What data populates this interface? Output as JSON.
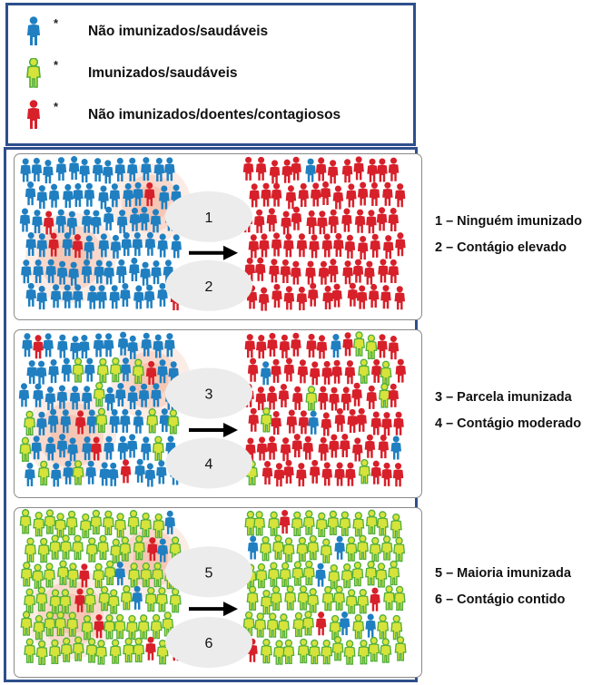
{
  "legend": {
    "marker": "*",
    "items": [
      {
        "label": "Não imunizados/saudáveis",
        "color": "#1f7fc1"
      },
      {
        "label": "Imunizados/saudáveis",
        "color": "#d6e33b"
      },
      {
        "label": "Não imunizados/doentes/contagiosos",
        "color": "#d7202a"
      }
    ]
  },
  "colors": {
    "blue": "#1f7fc1",
    "yellow": "#d6e33b",
    "yellow_outline": "#4fae3b",
    "red": "#d7202a",
    "frame": "#2e4f8c",
    "halo": "#f2a98e",
    "bubble": "#ececec"
  },
  "panels": [
    {
      "step_top": "1",
      "step_bottom": "2",
      "before_mix": {
        "blue": 1.0,
        "yellow": 0.0,
        "red": 0.03
      },
      "after_mix": {
        "blue": 0.04,
        "yellow": 0.0,
        "red": 0.96
      },
      "captions": [
        "1 – Ninguém imunizado",
        "2 – Contágio elevado"
      ]
    },
    {
      "step_top": "3",
      "step_bottom": "4",
      "before_mix": {
        "blue": 0.8,
        "yellow": 0.17,
        "red": 0.03
      },
      "after_mix": {
        "blue": 0.04,
        "yellow": 0.09,
        "red": 0.87
      },
      "captions": [
        "3 – Parcela imunizada",
        "4 – Contágio moderado"
      ]
    },
    {
      "step_top": "5",
      "step_bottom": "6",
      "before_mix": {
        "blue": 0.04,
        "yellow": 0.93,
        "red": 0.03
      },
      "after_mix": {
        "blue": 0.05,
        "yellow": 0.88,
        "red": 0.07
      },
      "captions": [
        "5 – Maioria imunizada",
        "6 – Contágio contido"
      ]
    }
  ]
}
